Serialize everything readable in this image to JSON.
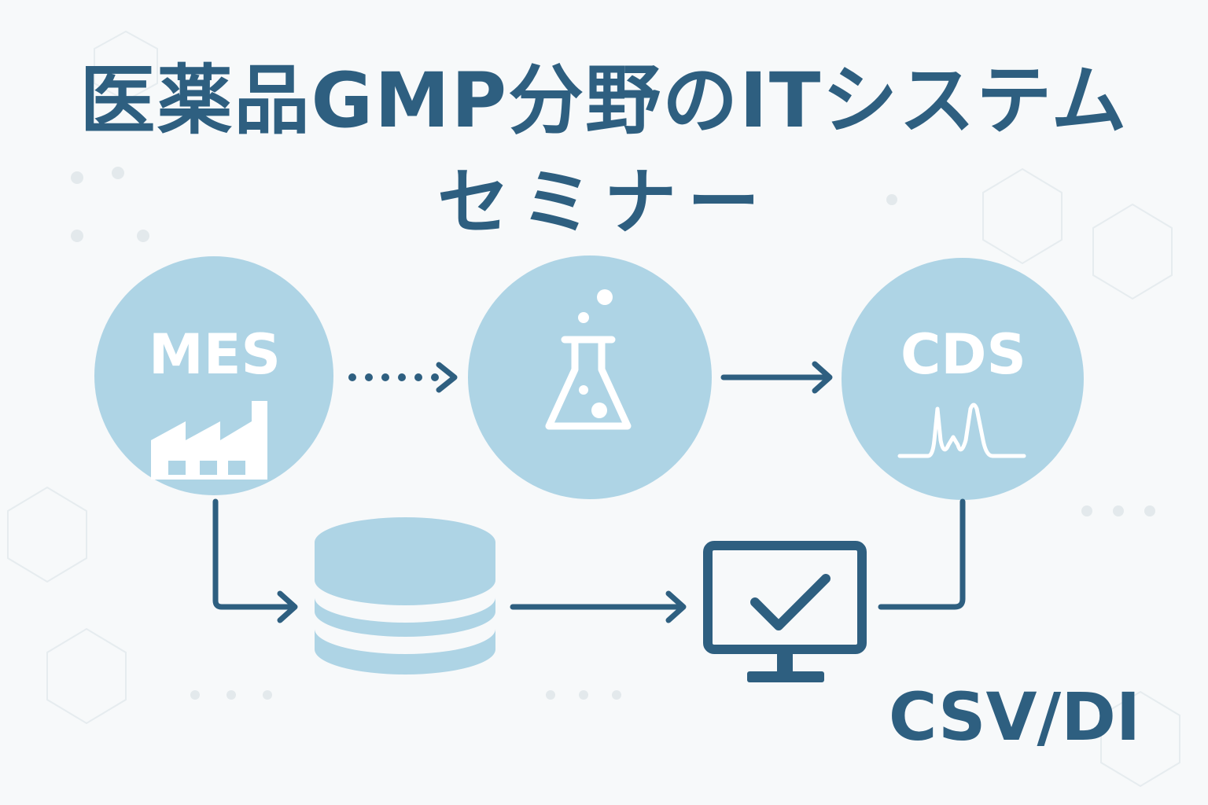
{
  "title": {
    "line1": "医薬品GMP分野のITシステム",
    "line2": "セミナー"
  },
  "nodes": {
    "mes": {
      "label": "MES",
      "icon": "factory-icon"
    },
    "lab": {
      "label": "",
      "icon": "flask-icon"
    },
    "cds": {
      "label": "CDS",
      "icon": "chromatogram-icon"
    },
    "database": {
      "label": "",
      "icon": "database-icon"
    },
    "validation": {
      "label": "",
      "icon": "monitor-check-icon"
    }
  },
  "corner_label": "CSV/DI",
  "colors": {
    "background": "#f7f9fa",
    "primary": "#2e5f80",
    "circle_fill": "#aed4e5",
    "icon_white": "#ffffff"
  }
}
